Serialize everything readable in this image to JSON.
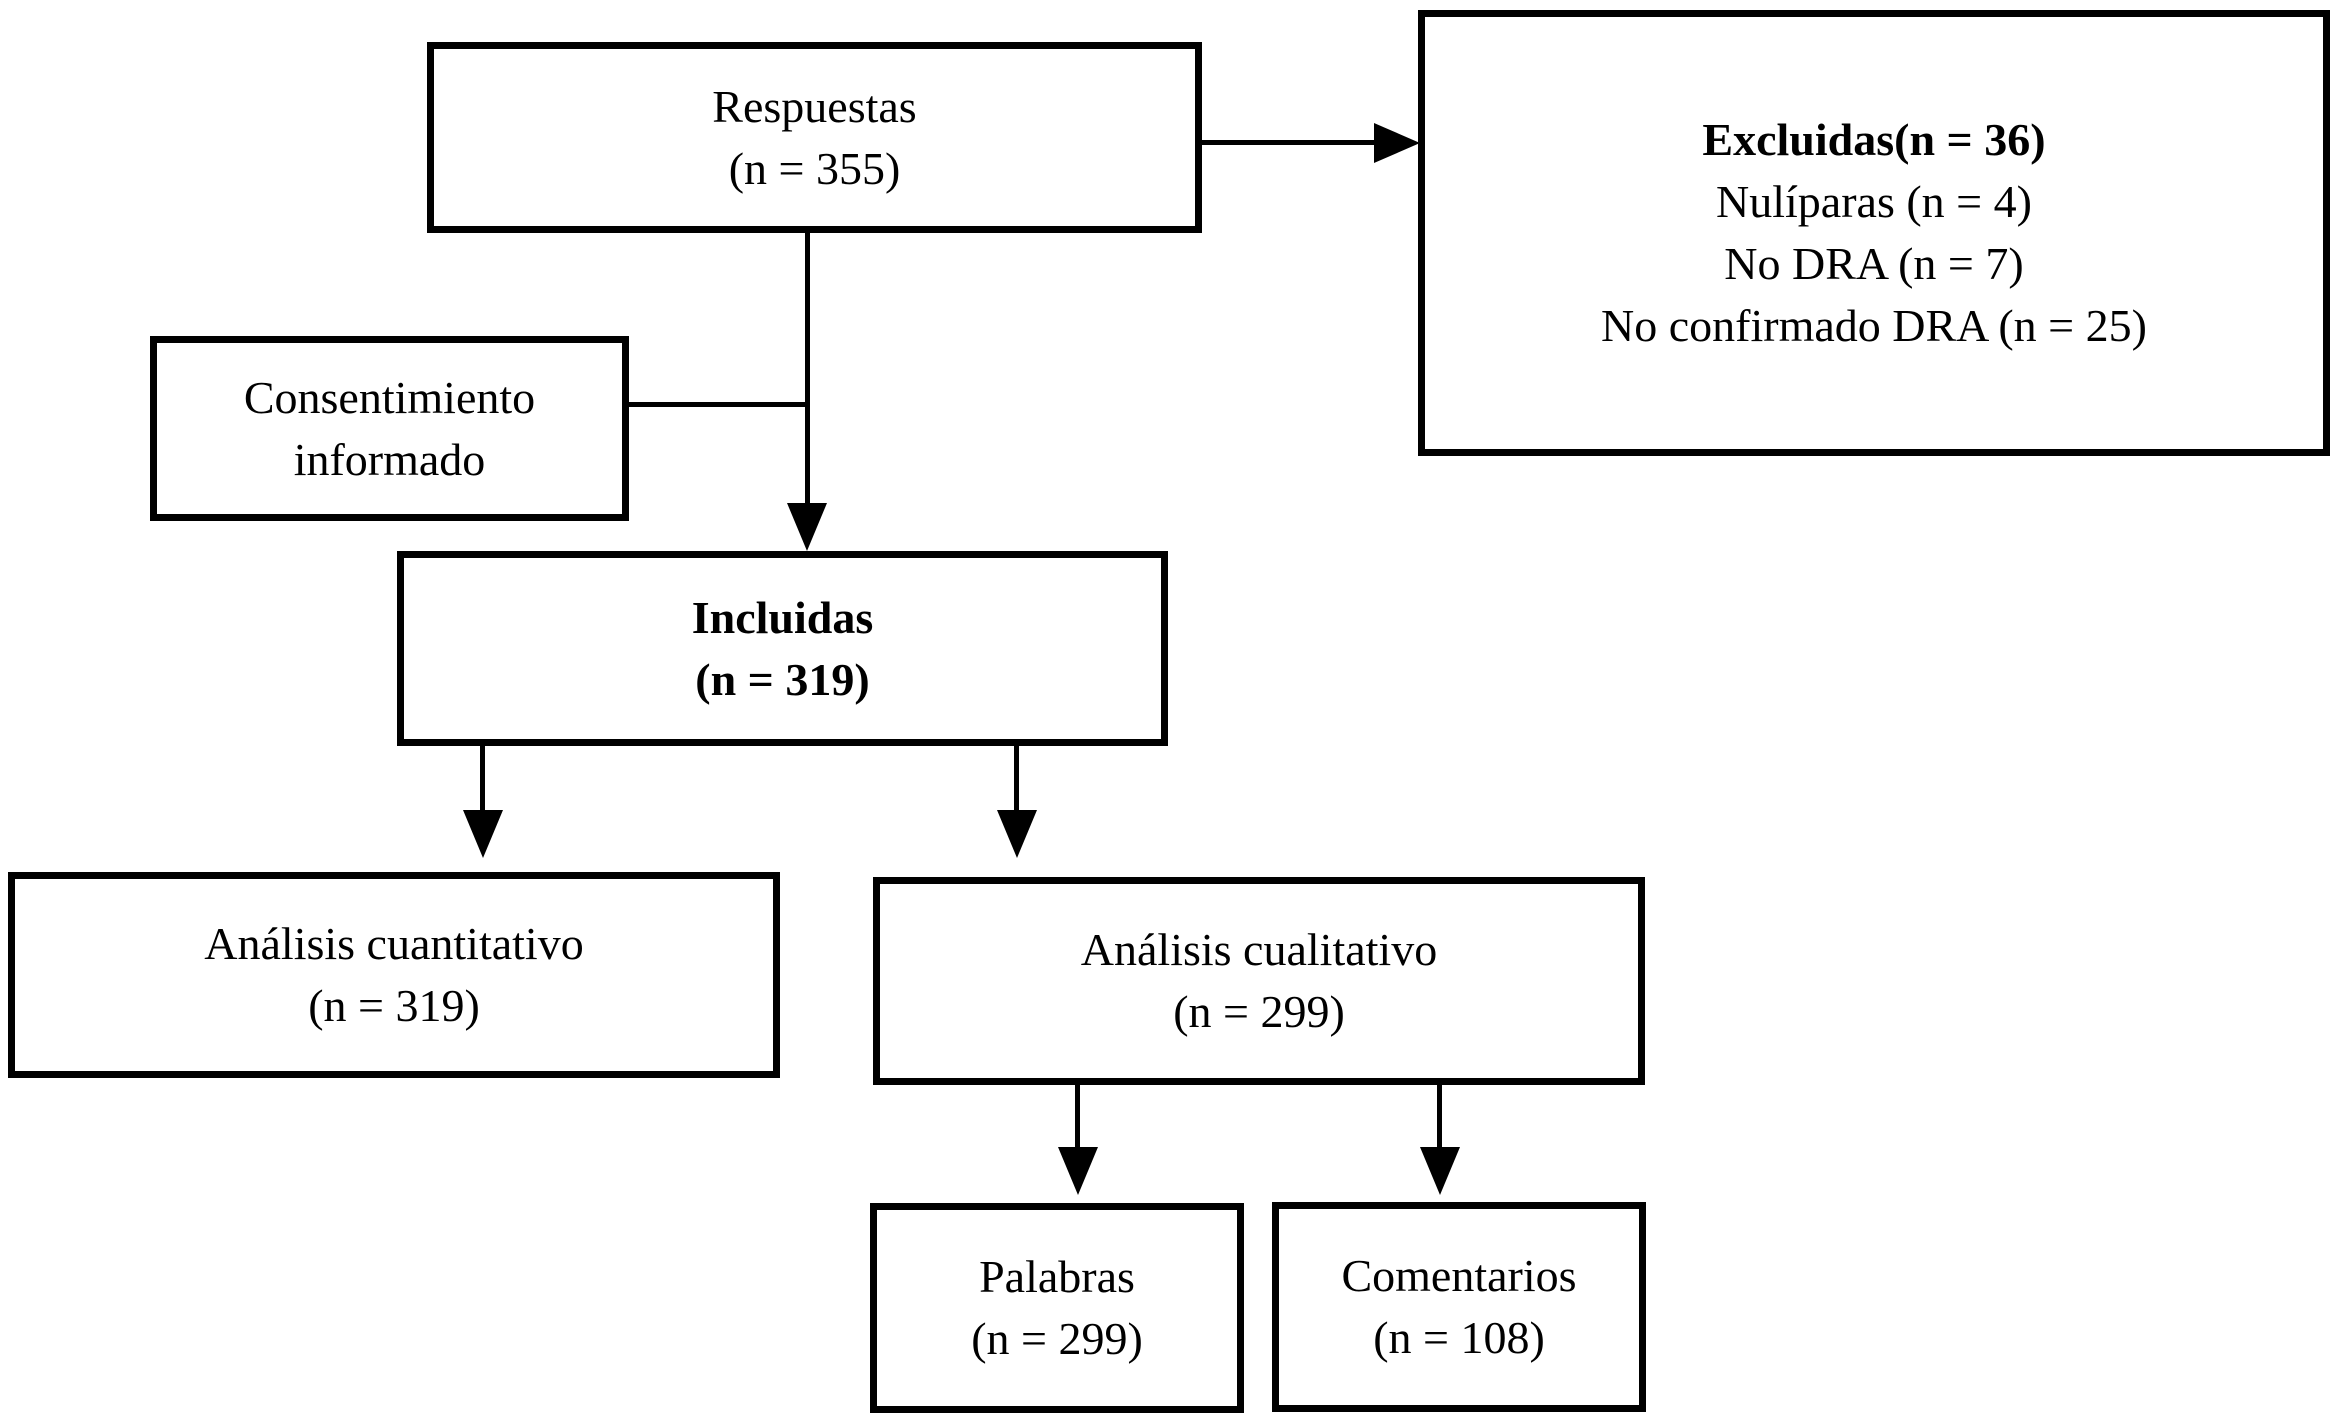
{
  "colors": {
    "ink": "#000000",
    "background": "#ffffff"
  },
  "nodes": {
    "respuestas": {
      "lines": [
        "Respuestas",
        "(n = 355)"
      ]
    },
    "excluidas": {
      "lines": [
        "Excluidas(n = 36)",
        "Nulíparas (n = 4)",
        "No DRA (n = 7)",
        "No confirmado DRA (n = 25)"
      ]
    },
    "consentimiento": {
      "lines": [
        "Consentimiento",
        "informado"
      ]
    },
    "incluidas": {
      "lines": [
        "Incluidas",
        "(n = 319)"
      ]
    },
    "cuantitativo": {
      "lines": [
        "Análisis cuantitativo",
        "(n = 319)"
      ]
    },
    "cualitativo": {
      "lines": [
        "Análisis cualitativo",
        "(n = 299)"
      ]
    },
    "palabras": {
      "lines": [
        "Palabras",
        "(n = 299)"
      ]
    },
    "comentarios": {
      "lines": [
        "Comentarios",
        "(n = 108)"
      ]
    }
  }
}
